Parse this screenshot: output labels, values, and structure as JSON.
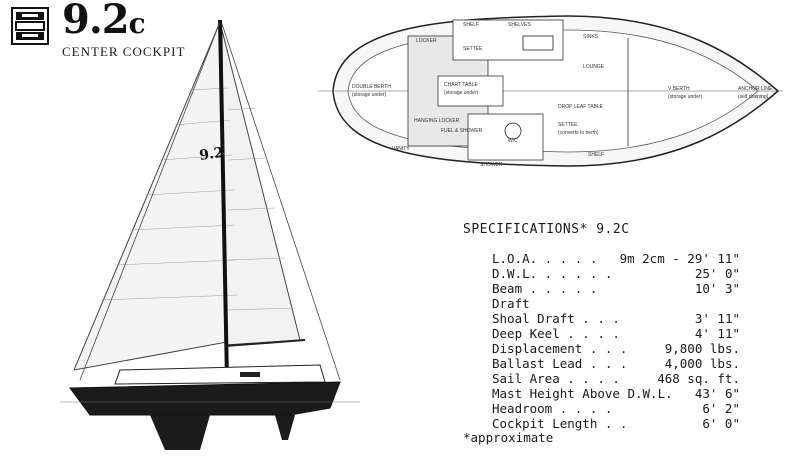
{
  "header": {
    "brand_logo": "SCS",
    "model": "9.2",
    "model_suffix": "c",
    "subtitle": "CENTER COCKPIT"
  },
  "sail_number": "9.2",
  "plan_labels": {
    "locker": "LOCKER",
    "shelf": "SHELF",
    "settee": "SETTEE",
    "shelves": "SHELVES",
    "sinks": "SINKS",
    "double_berth": "DOUBLE BERTH",
    "double_berth_sub": "(storage under)",
    "chart_table": "CHART TABLE",
    "chart_table_sub": "(storage under)",
    "hanging_locker": "HANGING LOCKER",
    "fuel_shower": "FUEL & SHOWER",
    "drop_leaf_table": "DROP LEAF TABLE",
    "lounge": "LOUNGE",
    "v_berth": "V BERTH",
    "v_berth_sub": "(storage under)",
    "anchor_line": "ANCHOR LINE",
    "anchor_line_sub": "(self draining)",
    "vanity": "VANITY",
    "wc": "W/C",
    "shower": "SHOWER",
    "settee2": "SETTEE",
    "settee2_sub": "(converts to berth)",
    "shelf2": "SHELF"
  },
  "specifications": {
    "title": "SPECIFICATIONS*  9.2C",
    "rows": [
      {
        "label": "L.O.A.  .  .  .  .",
        "value": "9m 2cm - 29' 11\""
      },
      {
        "label": "D.W.L.  .  .  .  .  .",
        "value": "25'  0\""
      },
      {
        "label": "Beam  .  .  .  .  .",
        "value": "10'  3\""
      },
      {
        "label": "Draft",
        "value": ""
      },
      {
        "label": "Shoal Draft  .  .  .",
        "value": "3' 11\""
      },
      {
        "label": "Deep Keel  .  .  .  .",
        "value": "4' 11\""
      },
      {
        "label": "Displacement  .  .  .",
        "value": "9,800 lbs."
      },
      {
        "label": "Ballast Lead  .  .  .",
        "value": "4,000 lbs."
      },
      {
        "label": "Sail Area  .  .  .  .",
        "value": "468 sq. ft."
      },
      {
        "label": "Mast Height Above D.W.L.",
        "value": "43'  6\""
      },
      {
        "label": "Headroom  .  .  .  .",
        "value": "6'  2\""
      },
      {
        "label": "Cockpit Length  .  .",
        "value": "6'  0\""
      }
    ],
    "footnote": "*approximate"
  }
}
